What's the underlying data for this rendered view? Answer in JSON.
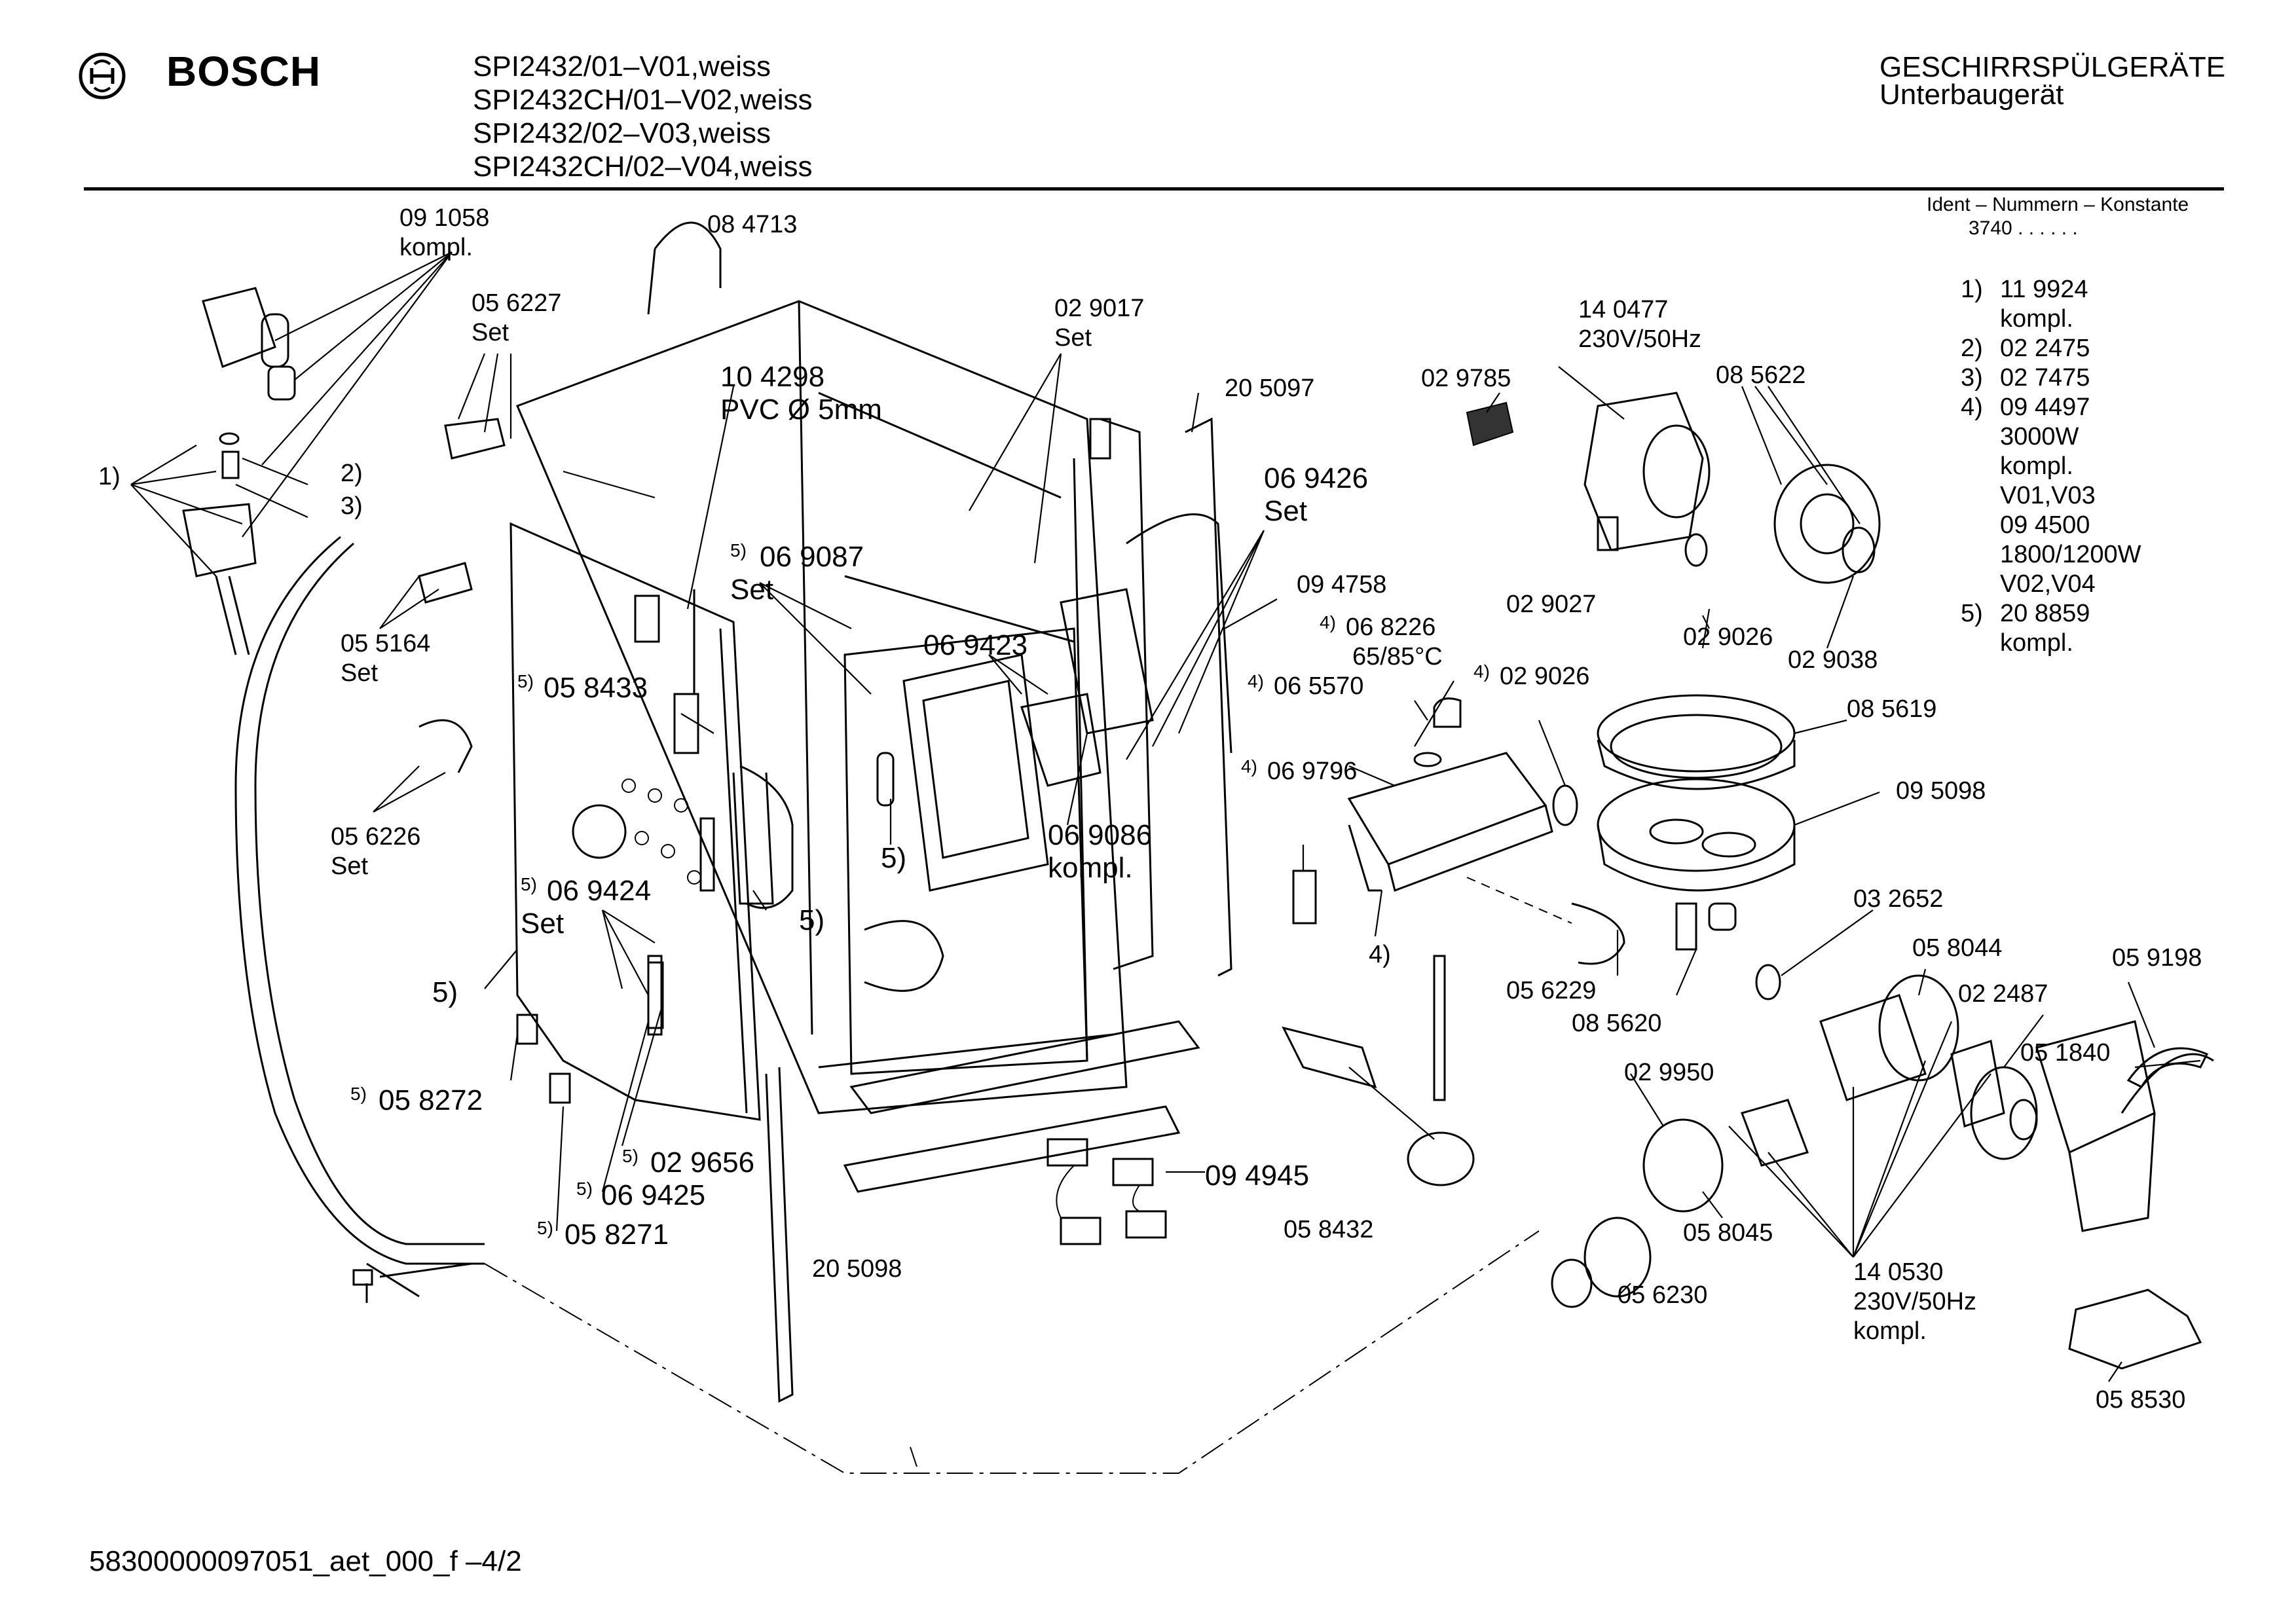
{
  "header": {
    "brand": "BOSCH",
    "models": [
      "SPI2432/01–V01,weiss",
      "SPI2432CH/01–V02,weiss",
      "SPI2432/02–V03,weiss",
      "SPI2432CH/02–V04,weiss"
    ],
    "category_line1": "GESCHIRRSPÜLGERÄTE",
    "category_line2": "Unterbaugerät",
    "ident_label": "Ident – Nummern – Konstante",
    "ident_value": "3740 . . . . . ."
  },
  "notes": [
    {
      "num": "1)",
      "lines": [
        "11 9924",
        "kompl."
      ]
    },
    {
      "num": "2)",
      "lines": [
        "02 2475"
      ]
    },
    {
      "num": "3)",
      "lines": [
        "02 7475"
      ]
    },
    {
      "num": "4)",
      "lines": [
        "09 4497",
        "3000W",
        "kompl.",
        "V01,V03",
        "09 4500",
        "1800/1200W",
        "V02,V04"
      ]
    },
    {
      "num": "5)",
      "lines": [
        "20 8859",
        "kompl."
      ]
    }
  ],
  "labels": {
    "p091058": "09 1058",
    "kompl": "kompl.",
    "set": "Set",
    "p084713": "08 4713",
    "p056227": "05 6227",
    "p104298": "10 4298",
    "pvc": "PVC Ø 5mm",
    "p029017": "02 9017",
    "p205097": "20 5097",
    "p029785": "02 9785",
    "p140477": "14 0477",
    "v230": "230V/50Hz",
    "p085622": "08 5622",
    "n1": "1)",
    "n2": "2)",
    "n3": "3)",
    "n4": "4)",
    "n5": "5)",
    "p055164": "05 5164",
    "p069087": "06 9087",
    "p069426": "06 9426",
    "p094758": "09 4758",
    "p029027": "02 9027",
    "p029026": "02 9026",
    "p029038": "02 9038",
    "p069423": "06 9423",
    "p068226": "06 8226",
    "temp": "65/85°C",
    "p058433": "05 8433",
    "p065570": "06 5570",
    "p085619": "08 5619",
    "p069796": "06 9796",
    "p095098": "09 5098",
    "p056226": "05 6226",
    "p069086": "06 9086",
    "p069424": "06 9424",
    "p032652": "03 2652",
    "p058044": "05 8044",
    "p059198": "05 9198",
    "p056229": "05 6229",
    "p085620": "08 5620",
    "p022487": "02 2487",
    "p051840": "05 1840",
    "p029950": "02 9950",
    "p058272": "05 8272",
    "p029656": "02 9656",
    "p094945": "09 4945",
    "p069425": "06 9425",
    "p058432": "05 8432",
    "p058045": "05 8045",
    "p058271": "05 8271",
    "p140530": "14 0530",
    "p205098": "20 5098",
    "p056230": "05 6230",
    "p058530": "05 8530"
  },
  "footer": {
    "doc_id": "58300000097051_aet_000_f  –4/2"
  }
}
